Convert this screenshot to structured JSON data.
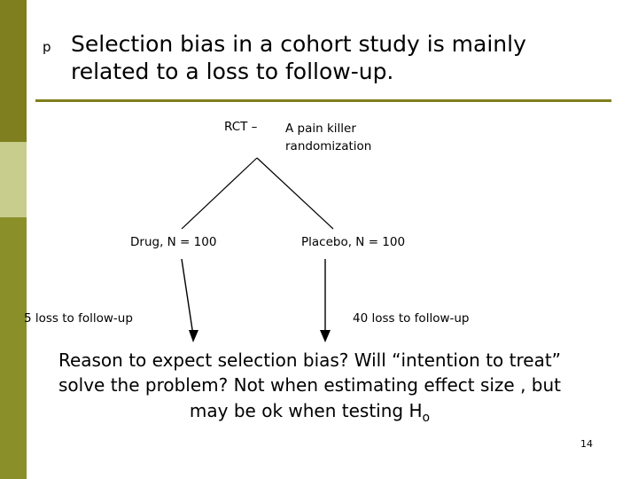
{
  "slide": {
    "title": {
      "bullet_glyph": "p",
      "text": "Selection bias in a cohort study is mainly related to a loss to follow-up."
    },
    "diagram": {
      "rct_label": "RCT –",
      "randomization_label": "A pain killer\nrandomization",
      "drug_label": "Drug, N = 100",
      "placebo_label": "Placebo, N = 100",
      "loss_drug_label": "5 loss to follow-up",
      "loss_placebo_label": "40 loss to follow-up"
    },
    "body_text_part1": "Reason to expect selection bias? Will “intention to treat” solve the problem? Not when estimating effect size , but may be ok when testing H",
    "body_text_subscript": "o",
    "page_number": "14",
    "colors": {
      "bar_dark": "#7f7f1f",
      "bar_light": "#c8cc8c",
      "bar_olive": "#8a8f2a",
      "rule": "#7f7f1f",
      "text": "#000000"
    }
  }
}
